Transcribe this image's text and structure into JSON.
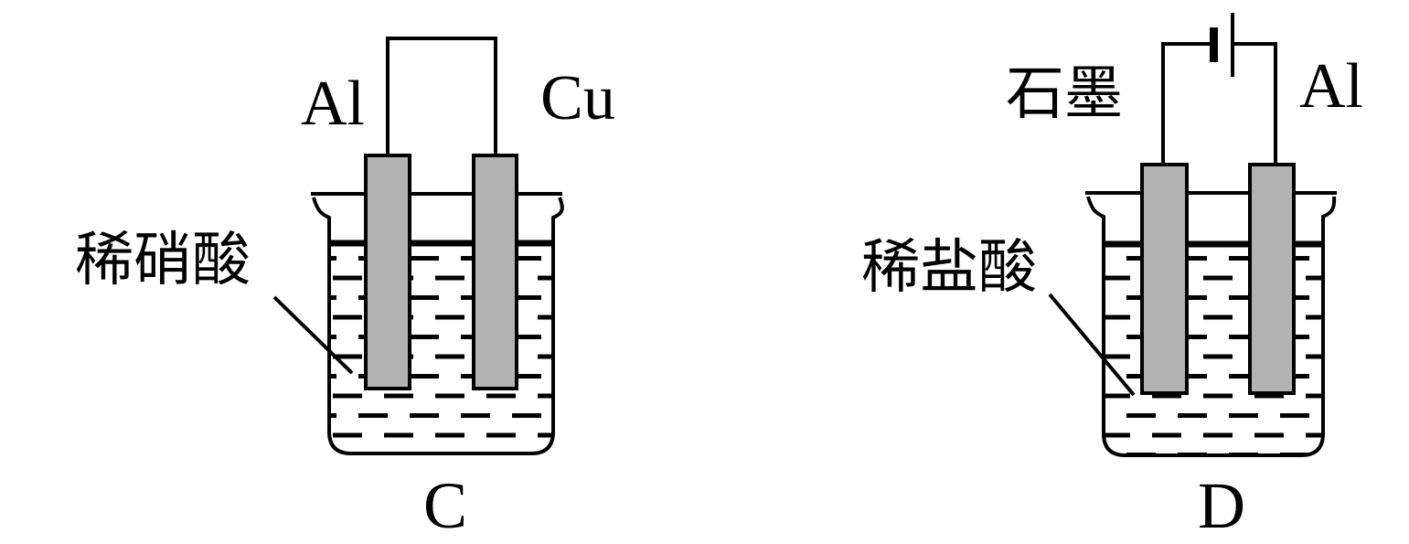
{
  "diagram": {
    "cells": [
      {
        "caption": "C",
        "left_electrode_label": "Al",
        "right_electrode_label": "Cu",
        "solution_label": "稀硝酸",
        "power_source": "wire-loop"
      },
      {
        "caption": "D",
        "left_electrode_label": "石墨",
        "right_electrode_label": "Al",
        "solution_label": "稀盐酸",
        "power_source": "battery"
      }
    ]
  },
  "colors": {
    "electrode_fill": "#b3b3b3",
    "line": "#000000",
    "background": "#ffffff"
  }
}
